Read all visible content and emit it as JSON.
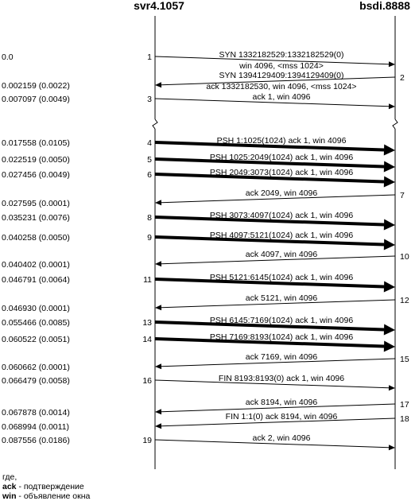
{
  "hosts": {
    "left": "svr4.1057",
    "right": "bsdi.8888"
  },
  "segments": [
    {
      "num": "1",
      "time": "0.0",
      "dir": "r",
      "bold": false,
      "labels": [
        "SYN 1332182529:1332182529(0)",
        "win 4096, <mss 1024>"
      ]
    },
    {
      "num": "2",
      "time": "0.002159 (0.0022)",
      "dir": "l",
      "bold": false,
      "labels": [
        "SYN 1394129409:1394129409(0)",
        "ack 1332182530, win 4096, <mss 1024>"
      ]
    },
    {
      "num": "3",
      "time": "0.007097 (0.0049)",
      "dir": "r",
      "bold": false,
      "labels": [
        "ack 1,  win 4096"
      ]
    },
    {
      "num": "4",
      "time": "0.017558 (0.0105)",
      "dir": "r",
      "bold": true,
      "labels": [
        "PSH 1:1025(1024)  ack 1, win 4096"
      ]
    },
    {
      "num": "5",
      "time": "0.022519 (0.0050)",
      "dir": "r",
      "bold": true,
      "labels": [
        "PSH 1025:2049(1024)  ack 1, win 4096"
      ]
    },
    {
      "num": "6",
      "time": "0.027456 (0.0049)",
      "dir": "r",
      "bold": true,
      "labels": [
        "PSH 2049:3073(1024)  ack 1, win 4096"
      ]
    },
    {
      "num": "7",
      "time": "0.027595 (0.0001)",
      "dir": "l",
      "bold": false,
      "labels": [
        "ack 2049,  win 4096"
      ]
    },
    {
      "num": "8",
      "time": "0.035231 (0.0076)",
      "dir": "r",
      "bold": true,
      "labels": [
        "PSH 3073:4097(1024)  ack 1, win 4096"
      ]
    },
    {
      "num": "9",
      "time": "0.040258 (0.0050)",
      "dir": "r",
      "bold": true,
      "labels": [
        "PSH 4097:5121(1024)  ack 1, win 4096"
      ]
    },
    {
      "num": "10",
      "time": "0.040402 (0.0001)",
      "dir": "l",
      "bold": false,
      "labels": [
        "ack 4097,  win 4096"
      ]
    },
    {
      "num": "11",
      "time": "0.046791 (0.0064)",
      "dir": "r",
      "bold": true,
      "labels": [
        "PSH 5121:6145(1024)  ack 1, win 4096"
      ]
    },
    {
      "num": "12",
      "time": "0.046930 (0.0001)",
      "dir": "l",
      "bold": false,
      "labels": [
        "ack 5121,  win 4096"
      ]
    },
    {
      "num": "13",
      "time": "0.055466 (0.0085)",
      "dir": "r",
      "bold": true,
      "labels": [
        "PSH 6145:7169(1024)  ack 1, win 4096"
      ]
    },
    {
      "num": "14",
      "time": "0.060522 (0.0051)",
      "dir": "r",
      "bold": true,
      "labels": [
        "PSH 7169:8193(1024)  ack 1, win 4096"
      ]
    },
    {
      "num": "15",
      "time": "0.060662 (0.0001)",
      "dir": "l",
      "bold": false,
      "labels": [
        "ack 7169,  win 4096"
      ]
    },
    {
      "num": "16",
      "time": "0.066479 (0.0058)",
      "dir": "r",
      "bold": false,
      "labels": [
        "FIN 8193:8193(0)  ack 1, win 4096"
      ]
    },
    {
      "num": "17",
      "time": "0.067878 (0.0014)",
      "dir": "l",
      "bold": false,
      "labels": [
        "ack 8194,  win 4096"
      ]
    },
    {
      "num": "18",
      "time": "0.068994 (0.0011)",
      "dir": "l",
      "bold": false,
      "labels": [
        "FIN 1:1(0)  ack 8194, win 4096"
      ]
    },
    {
      "num": "19",
      "time": "0.087556 (0.0186)",
      "dir": "r",
      "bold": false,
      "labels": [
        "ack 2,  win 4096"
      ]
    }
  ],
  "legend": {
    "title": "где,",
    "ack_term": "ack",
    "ack_desc": " - подтверждение",
    "win_term": "win",
    "win_desc": " - объявление окна"
  }
}
